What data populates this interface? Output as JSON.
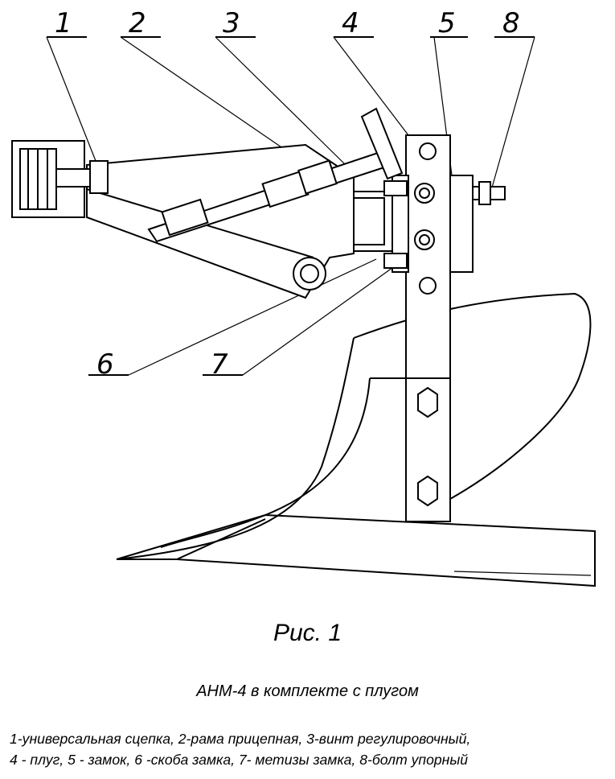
{
  "callouts": [
    "1",
    "2",
    "3",
    "4",
    "5",
    "8",
    "6",
    "7"
  ],
  "figure_label": "Рис. 1",
  "subtitle": "АНМ-4 в комплекте с плугом",
  "legend_lines": [
    "1-универсальная сцепка, 2-рама прицепная, 3-винт регулировочный,",
    "4 - плуг, 5 - замок, 6 -скоба замка, 7- метизы замка, 8-болт упорный"
  ]
}
